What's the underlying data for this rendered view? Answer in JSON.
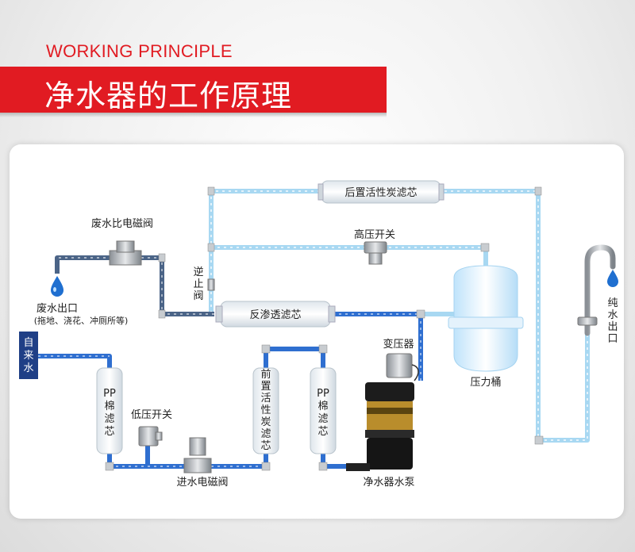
{
  "header": {
    "en_title": "WORKING PRINCIPLE",
    "cn_title": "净水器的工作原理"
  },
  "labels": {
    "rear_carbon": "后置活性炭滤芯",
    "high_pressure_switch": "高压开关",
    "waste_valve": "废水比电磁阀",
    "waste_outlet": "废水出口",
    "waste_outlet_note": "(拖地、浇花、冲厕所等)",
    "check_valve": [
      "逆",
      "止",
      "阀"
    ],
    "ro_filter": "反渗透滤芯",
    "tap_water": [
      "自",
      "来",
      "水"
    ],
    "pp_filter_1": [
      "PP",
      "棉",
      "滤",
      "芯"
    ],
    "low_pressure_switch": "低压开关",
    "inlet_valve": "进水电磁阀",
    "pre_carbon": [
      "前",
      "置",
      "活",
      "性",
      "炭",
      "滤",
      "芯"
    ],
    "pp_filter_2": [
      "PP",
      "棉",
      "滤",
      "芯"
    ],
    "transformer": "变压器",
    "pump": "净水器水泵",
    "tank": "压力桶",
    "pure_outlet": [
      "纯",
      "水",
      "出",
      "口"
    ]
  },
  "colors": {
    "brand_red": "#e11b22",
    "pipe_blue": "#2f6fd0",
    "pipe_light": "#a8d8f2",
    "pipe_waste": "#4b6487",
    "tap_box": "#1f3f86"
  }
}
